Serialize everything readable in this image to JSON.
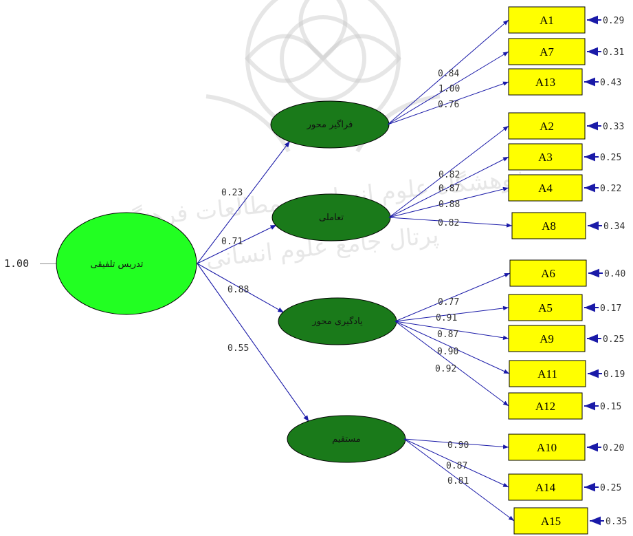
{
  "colors": {
    "root_fill": "#22ff22",
    "factor_fill": "#1a7a1a",
    "box_fill": "#ffff00",
    "arrow": "#1a1aa8"
  },
  "watermark_text": "پژوهشگاه علوم انسانی و مطالعات فرهنگی",
  "watermark_text2": "پرتال جامع علوم انسانی",
  "root": {
    "label": "تدریس تلفیقی",
    "variance": "1.00"
  },
  "factors": [
    {
      "label": "فراگیر محور",
      "path": "0.23",
      "indicators": [
        {
          "name": "A1",
          "loading": "0.84",
          "error": "0.29"
        },
        {
          "name": "A7",
          "loading": "1.00",
          "error": "0.31"
        },
        {
          "name": "A13",
          "loading": "0.76",
          "error": "0.43"
        }
      ]
    },
    {
      "label": "تعاملی",
      "path": "0.71",
      "indicators": [
        {
          "name": "A2",
          "loading": "0.82",
          "error": "0.33"
        },
        {
          "name": "A3",
          "loading": "0.87",
          "error": "0.25"
        },
        {
          "name": "A4",
          "loading": "0.88",
          "error": "0.22"
        },
        {
          "name": "A8",
          "loading": "0.82",
          "error": "0.34"
        }
      ]
    },
    {
      "label": "یادگیری محور",
      "path": "0.88",
      "indicators": [
        {
          "name": "A6",
          "loading": "0.77",
          "error": "0.40"
        },
        {
          "name": "A5",
          "loading": "0.91",
          "error": "0.17"
        },
        {
          "name": "A9",
          "loading": "0.87",
          "error": "0.25"
        },
        {
          "name": "A11",
          "loading": "0.90",
          "error": "0.19"
        },
        {
          "name": "A12",
          "loading": "0.92",
          "error": "0.15"
        }
      ]
    },
    {
      "label": "مستقیم",
      "path": "0.55",
      "indicators": [
        {
          "name": "A10",
          "loading": "0.90",
          "error": "0.20"
        },
        {
          "name": "A14",
          "loading": "0.87",
          "error": "0.25"
        },
        {
          "name": "A15",
          "loading": "0.81",
          "error": "0.35"
        }
      ]
    }
  ]
}
